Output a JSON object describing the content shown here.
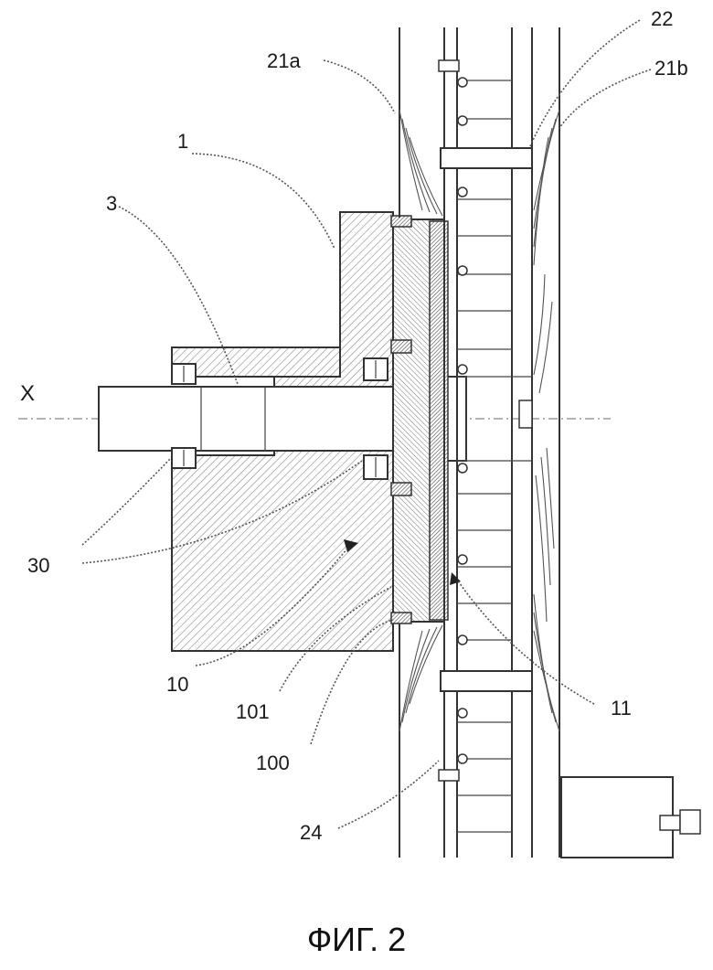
{
  "figure": {
    "caption": "ФИГ. 2",
    "axis_label": "X"
  },
  "labels": {
    "l_21a": "21a",
    "l_22": "22",
    "l_21b": "21b",
    "l_1": "1",
    "l_3": "3",
    "l_30": "30",
    "l_10": "10",
    "l_101": "101",
    "l_100": "100",
    "l_11": "11",
    "l_24": "24"
  },
  "colors": {
    "line": "#333333",
    "hatch": "#8a8a8a",
    "background": "#ffffff"
  }
}
